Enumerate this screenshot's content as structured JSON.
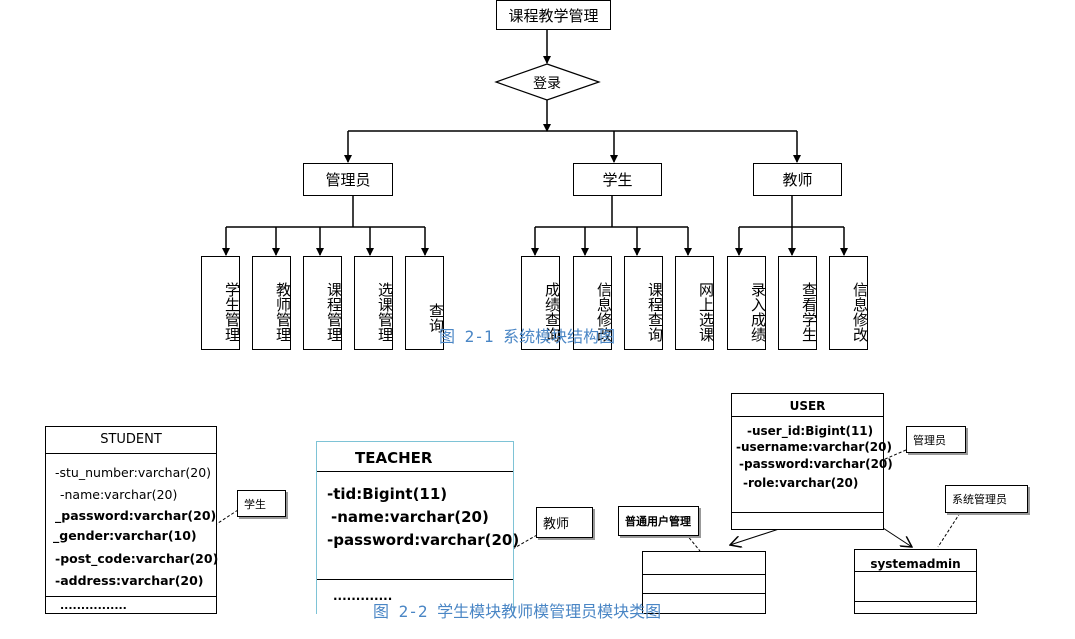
{
  "module_diagram": {
    "root": "课程教学管理",
    "login": "登录",
    "roles": [
      {
        "label": "管理员",
        "children": [
          "学生管理",
          "教师管理",
          "课程管理",
          "选课管理",
          "查询"
        ]
      },
      {
        "label": "学生",
        "children": [
          "成绩查询",
          "信息修改",
          "课程查询",
          "网上选课"
        ]
      },
      {
        "label": "教师",
        "children": [
          "录入成绩",
          "查看学生",
          "信息修改"
        ]
      }
    ],
    "caption": "图 2-1 系统模块结构图"
  },
  "class_diagram": {
    "student": {
      "title": "STUDENT",
      "attributes": [
        "-stu_number:varchar(20)",
        "-name:varchar(20)",
        "_password:varchar(20)",
        "_gender:varchar(10)",
        "-post_code:varchar(20)",
        "-address:varchar(20)"
      ],
      "footer": "................",
      "callout": "学生"
    },
    "teacher": {
      "title": "TEACHER",
      "attributes": [
        "-tid:Bigint(11)",
        "-name:varchar(20)",
        "-password:varchar(20)"
      ],
      "footer": ".............",
      "callout": "教师"
    },
    "user": {
      "title": "USER",
      "attributes": [
        "-user_id:Bigint(11)",
        "-username:varchar(20)",
        "-password:varchar(20)",
        "-role:varchar(20)"
      ],
      "callout": "管理员"
    },
    "normal_user": {
      "callout": "普通用户管理"
    },
    "systemadmin": {
      "title": "systemadmin",
      "callout": "系统管理员"
    },
    "caption": "图 2-2 学生模块教师模管理员模块类图"
  }
}
